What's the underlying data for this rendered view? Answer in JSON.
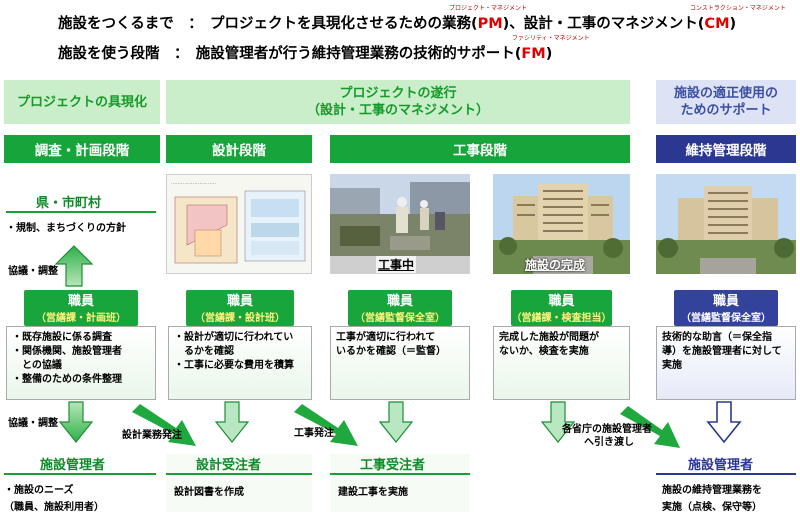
{
  "header": {
    "line1": {
      "prefix": "施設をつくるまで　：　プロジェクトを具現化させるための業務(",
      "pm": "PM",
      "middle": ")、設計・工事のマネジメント(",
      "cm": "CM",
      "suffix": ")",
      "ruby_pm": "プロジェクト・マネジメント",
      "ruby_cm": "コンストラクション・マネジメント"
    },
    "line2": {
      "prefix": "施設を使う段階　：　施設管理者が行う維持管理業務の技術的サポート(",
      "fm": "FM",
      "suffix": ")",
      "ruby_fm": "ファシリティ・マネジメント"
    }
  },
  "phases": {
    "realize": "プロジェクトの具現化",
    "execute_line1": "プロジェクトの遂行",
    "execute_line2": "（設計・工事のマネジメント）",
    "support_line1": "施設の適正使用の",
    "support_line2": "ためのサポート"
  },
  "stages": {
    "survey": "調査・計画段階",
    "design": "設計段階",
    "construction": "工事段階",
    "maintenance": "維持管理段階"
  },
  "photos": {
    "during": "工事中",
    "completed": "施設の完成"
  },
  "prefecture": {
    "title": "県・市町村",
    "desc": "・規制、まちづくりの方針"
  },
  "labels": {
    "coordination_top": "協議・調整",
    "coordination_bottom": "協議・調整",
    "design_order": "設計業務発注",
    "construction_order": "工事発注",
    "handover_line1": "各省庁の施設管理者",
    "handover_line2": "へ引き渡し"
  },
  "staff": [
    {
      "name": "職員",
      "dept": "（営繕課・計画班）",
      "desc": [
        "・既存施設に係る調査",
        "・関係機関、施設管理者",
        "　との協議",
        "・整備のための条件整理"
      ]
    },
    {
      "name": "職員",
      "dept": "（営繕課・設計班）",
      "desc": [
        "・設計が適切に行われてい",
        "　るかを確認",
        "・工事に必要な費用を積算"
      ]
    },
    {
      "name": "職員",
      "dept": "（営繕監督保全室）",
      "desc": [
        "工事が適切に行われて",
        "いるかを確認（＝監督）"
      ]
    },
    {
      "name": "職員",
      "dept": "（営繕課・検査担当）",
      "desc": [
        "完成した施設が問題が",
        "ないか、検査を実施"
      ]
    },
    {
      "name": "職員",
      "dept": "（営繕監督保全室）",
      "desc": [
        "技術的な助言（＝保全指",
        "導）を施設管理者に対して",
        "実施"
      ]
    }
  ],
  "outputs": {
    "manager1": {
      "title": "施設管理者",
      "desc": [
        "・施設のニーズ",
        "（職員、施設利用者）"
      ]
    },
    "design_contractor": {
      "title": "設計受注者",
      "desc": "設計図書を作成"
    },
    "construction_contractor": {
      "title": "工事受注者",
      "desc": "建設工事を実施"
    },
    "manager2": {
      "title": "施設管理者",
      "desc": [
        "施設の維持管理業務を",
        "実施（点検、保守等）"
      ]
    }
  }
}
